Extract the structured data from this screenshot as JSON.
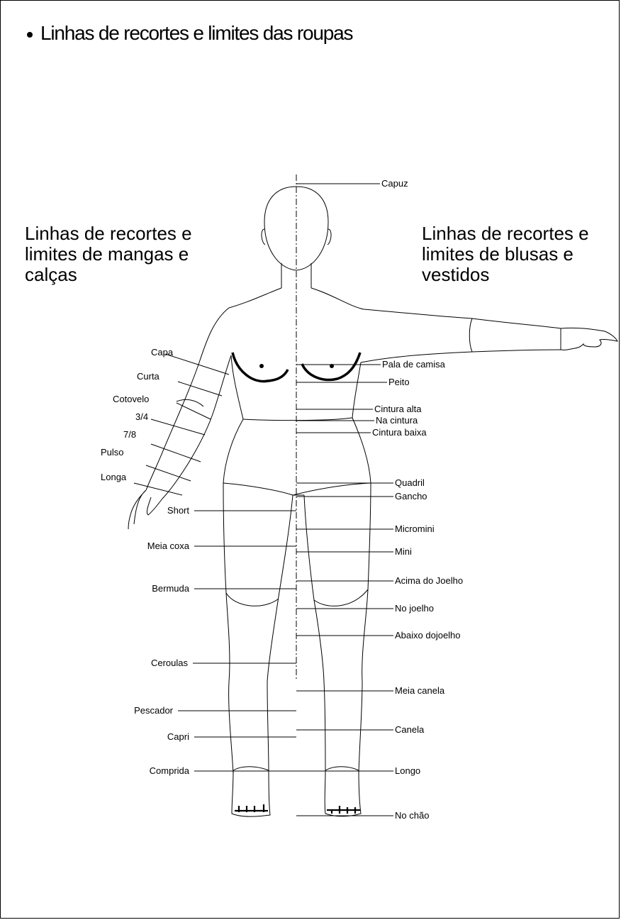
{
  "title": "Linhas de recortes e limites das roupas",
  "left_heading": "Linhas de recortes e limites de mangas e calças",
  "right_heading": "Linhas de recortes e limites de blusas e vestidos",
  "sleeve_labels": [
    "Capa",
    "Curta",
    "Cotovelo",
    "3/4",
    "7/8",
    "Pulso",
    "Longa"
  ],
  "pant_labels": [
    "Short",
    "Meia coxa",
    "Bermuda",
    "Ceroulas",
    "Pescador",
    "Capri",
    "Comprida"
  ],
  "garment_labels": [
    "Capuz",
    "Pala de camisa",
    "Peito",
    "Cintura alta",
    "Na cintura",
    "Cintura baixa",
    "Quadril",
    "Gancho",
    "Micromini",
    "Mini",
    "Acima do Joelho",
    "No joelho",
    "Abaixo dojoelho",
    "Meia canela",
    "Canela",
    "Longo",
    "No chão"
  ]
}
